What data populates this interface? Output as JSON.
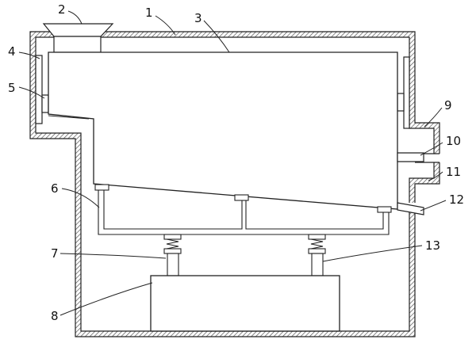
{
  "labels": {
    "l1": "1",
    "l2": "2",
    "l3": "3",
    "l4": "4",
    "l5": "5",
    "l6": "6",
    "l7": "7",
    "l8": "8",
    "l9": "9",
    "l10": "10",
    "l11": "11",
    "l12": "12",
    "l13": "13"
  },
  "colors": {
    "line": "#222222",
    "hatch": "#555555",
    "paper": "#ffffff"
  }
}
